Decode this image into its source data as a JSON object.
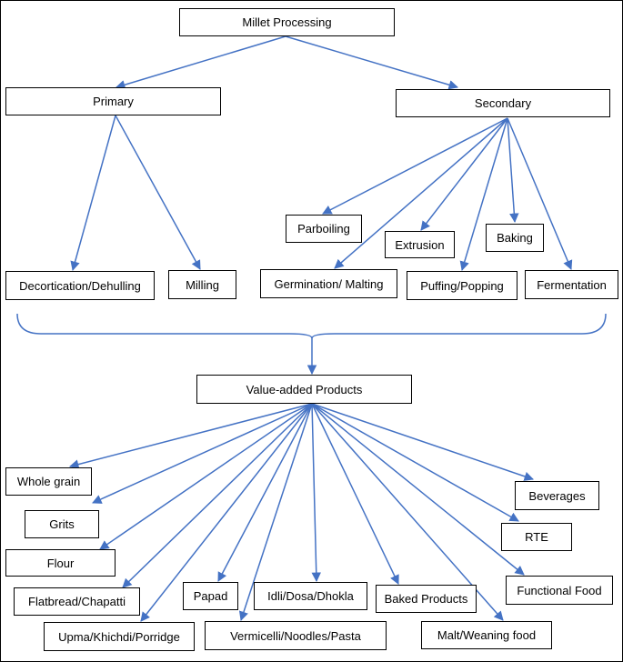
{
  "nodes": {
    "root": "Millet Processing",
    "primary": "Primary",
    "secondary": "Secondary",
    "decortication": "Decortication/Dehulling",
    "milling": "Milling",
    "parboiling": "Parboiling",
    "extrusion": "Extrusion",
    "baking": "Baking",
    "germination": "Germination/ Malting",
    "puffing": "Puffing/Popping",
    "fermentation": "Fermentation",
    "value_added": "Value-added Products",
    "whole_grain": "Whole grain",
    "grits": "Grits",
    "flour": "Flour",
    "flatbread": "Flatbread/Chapatti",
    "upma": "Upma/Khichdi/Porridge",
    "papad": "Papad",
    "vermicelli": "Vermicelli/Noodles/Pasta",
    "idli": "Idli/Dosa/Dhokla",
    "baked_products": "Baked Products",
    "malt": "Malt/Weaning food",
    "functional_food": "Functional Food",
    "rte": "RTE",
    "beverages": "Beverages"
  },
  "colors": {
    "connector": "#4472c4",
    "border": "#000000"
  }
}
